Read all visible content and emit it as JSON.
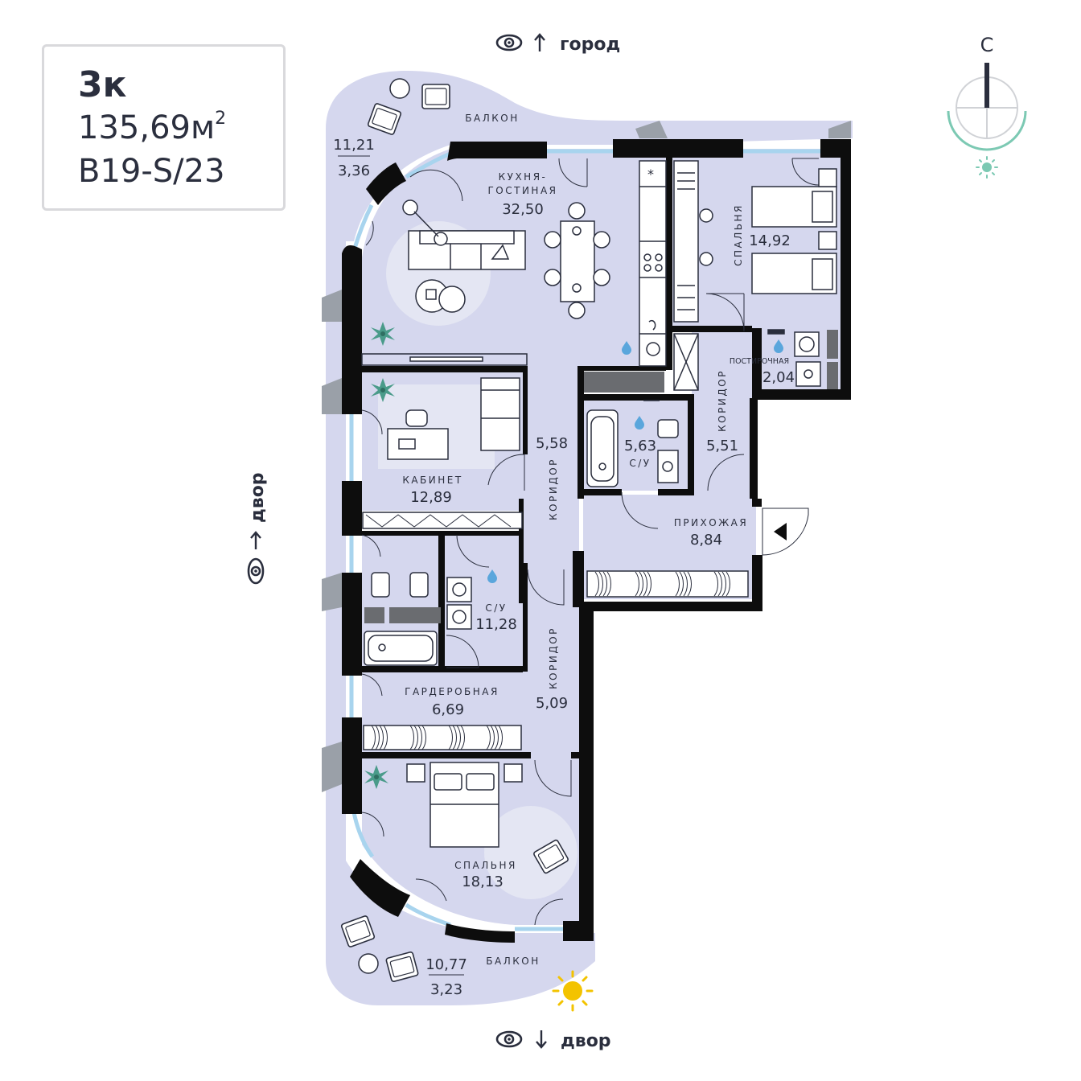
{
  "apartment": {
    "type": "3к",
    "area_value": "135,69м",
    "area_sup": "2",
    "code": "B19-S/23"
  },
  "orientation": {
    "top_view": "город",
    "left_view": "двор",
    "bottom_view": "двор",
    "compass_letter": "С"
  },
  "rooms": {
    "balcony_top": {
      "label": "БАЛКОН",
      "area_full": "11,21",
      "area_reduced": "3,36"
    },
    "kitchen": {
      "label_line1": "КУХНЯ-",
      "label_line2": "ГОСТИНАЯ",
      "area": "32,50"
    },
    "bedroom_small": {
      "label": "СПАЛЬНЯ",
      "area": "14,92"
    },
    "laundry": {
      "label": "ПОСТИРОЧНАЯ",
      "area": "2,04"
    },
    "corridor_right": {
      "label": "КОРИДОР",
      "area": "5,51"
    },
    "bath_small": {
      "label": "С/У",
      "area": "5,63"
    },
    "corridor_mid": {
      "label": "КОРИДОР",
      "area": "5,58"
    },
    "office": {
      "label": "КАБИНЕТ",
      "area": "12,89"
    },
    "hall": {
      "label": "ПРИХОЖАЯ",
      "area": "8,84"
    },
    "bath_big": {
      "label": "С/У",
      "area": "11,28"
    },
    "corridor_low": {
      "label": "КОРИДОР",
      "area": "5,09"
    },
    "wardrobe": {
      "label": "ГАРДЕРОБНАЯ",
      "area": "6,69"
    },
    "bedroom_big": {
      "label": "СПАЛЬНЯ",
      "area": "18,13"
    },
    "balcony_bottom": {
      "label": "БАЛКОН",
      "area_full": "10,77",
      "area_reduced": "3,23"
    }
  },
  "colors": {
    "room_fill": "#d5d7ee",
    "wall": "#0d0d0d",
    "window": "#a8d4ee",
    "compass": "#7cc9b3",
    "sun": "#f3c300",
    "water": "#5aa6dc",
    "plant": "#4a9b8a"
  }
}
